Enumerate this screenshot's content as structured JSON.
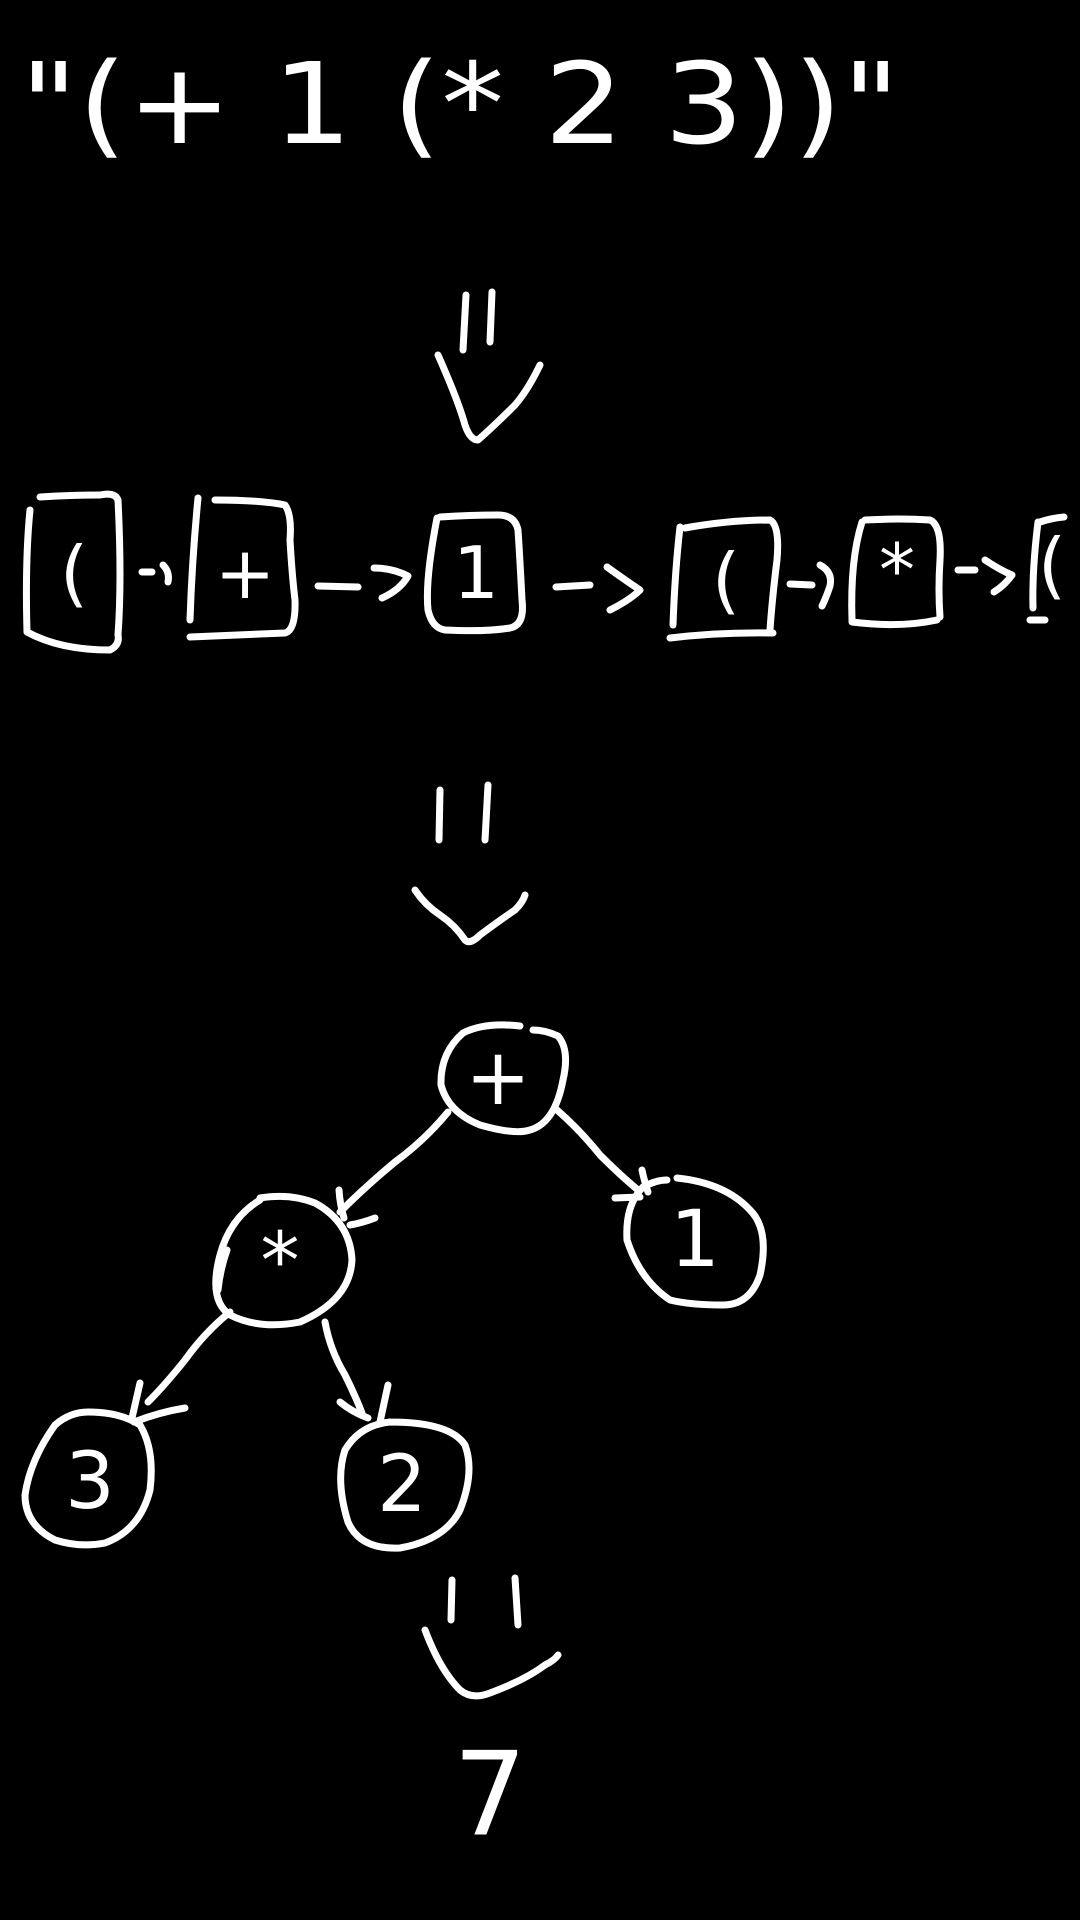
{
  "source_expression": "\"(+ 1 (* 2 3))\"",
  "tokens": [
    "(",
    "+",
    "1",
    "(",
    "*",
    "("
  ],
  "tree": {
    "root": "+",
    "right_child": "1",
    "left_child": "*",
    "grandchild_left": "3",
    "grandchild_right": "2"
  },
  "result": "7"
}
